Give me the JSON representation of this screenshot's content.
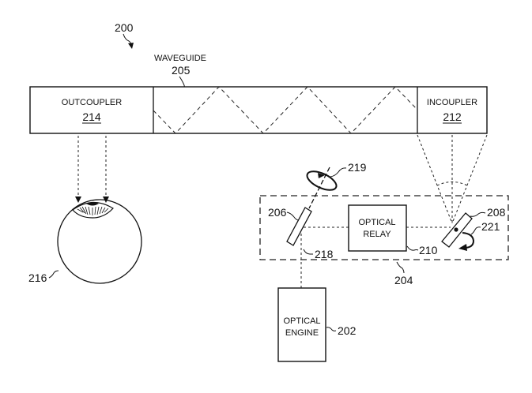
{
  "figure": {
    "ref": "200"
  },
  "waveguide": {
    "label": "WAVEGUIDE",
    "ref": "205"
  },
  "outcoupler": {
    "label": "OUTCOUPLER",
    "ref": "214"
  },
  "incoupler": {
    "label": "INCOUPLER",
    "ref": "212"
  },
  "eye": {
    "ref": "216"
  },
  "optical_relay": {
    "label_line1": "OPTICAL",
    "label_line2": "RELAY",
    "ref": "210"
  },
  "optical_engine": {
    "label_line1": "OPTICAL",
    "label_line2": "ENGINE",
    "ref": "202"
  },
  "scan_mirror_1": {
    "ref": "206"
  },
  "scan_mirror_2": {
    "ref": "208"
  },
  "rotation_axis_1": {
    "ref": "219"
  },
  "rotation_axis_2": {
    "ref": "221"
  },
  "beam_path": {
    "ref": "218"
  },
  "optical_system": {
    "ref": "204"
  }
}
